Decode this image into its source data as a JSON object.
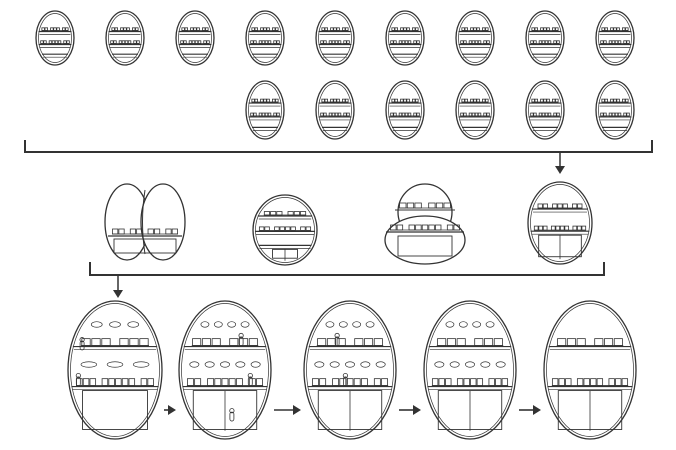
{
  "colors": {
    "line": "#333333",
    "background": "#ffffff"
  },
  "diagram": {
    "stage1_count": 15,
    "stage2_count": 4,
    "stage3_count": 5
  }
}
